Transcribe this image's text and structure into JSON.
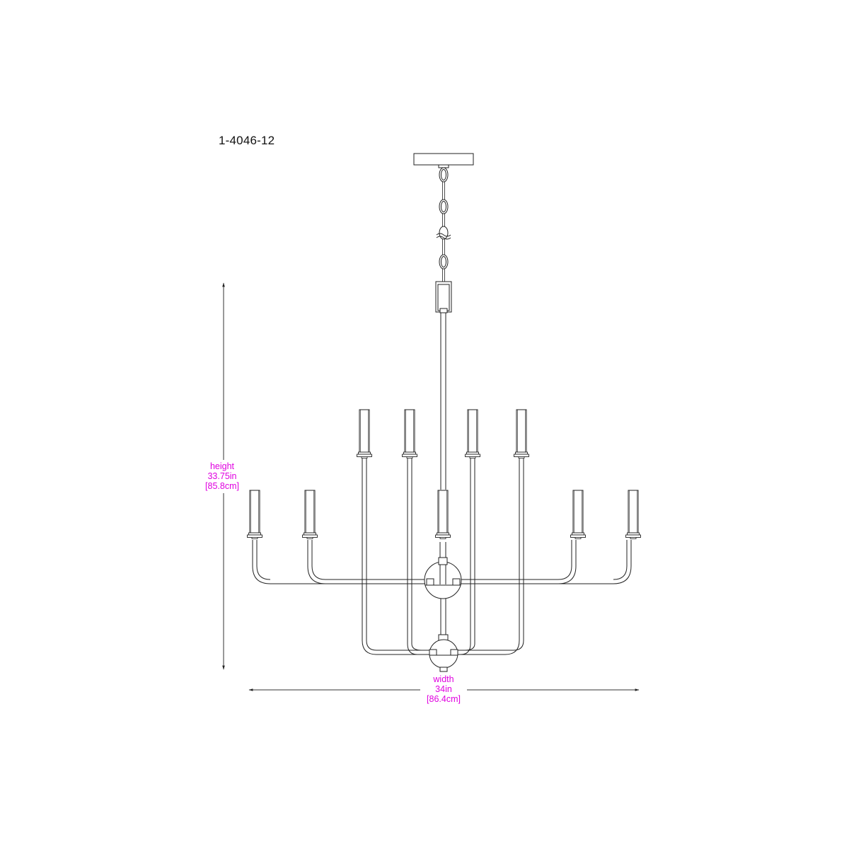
{
  "drawing": {
    "model_number": "1-4046-12",
    "line_color": "#1a1a1a",
    "dimension_color": "#e000e0"
  },
  "dimensions": {
    "height": {
      "label": "height",
      "imperial": "33.75in",
      "metric": "[85.8cm]"
    },
    "width": {
      "label": "width",
      "imperial": "34in",
      "metric": "[86.4cm]"
    }
  },
  "fixture": {
    "type": "chandelier",
    "upper_tier_candles": 4,
    "lower_tier_candles": 5
  }
}
